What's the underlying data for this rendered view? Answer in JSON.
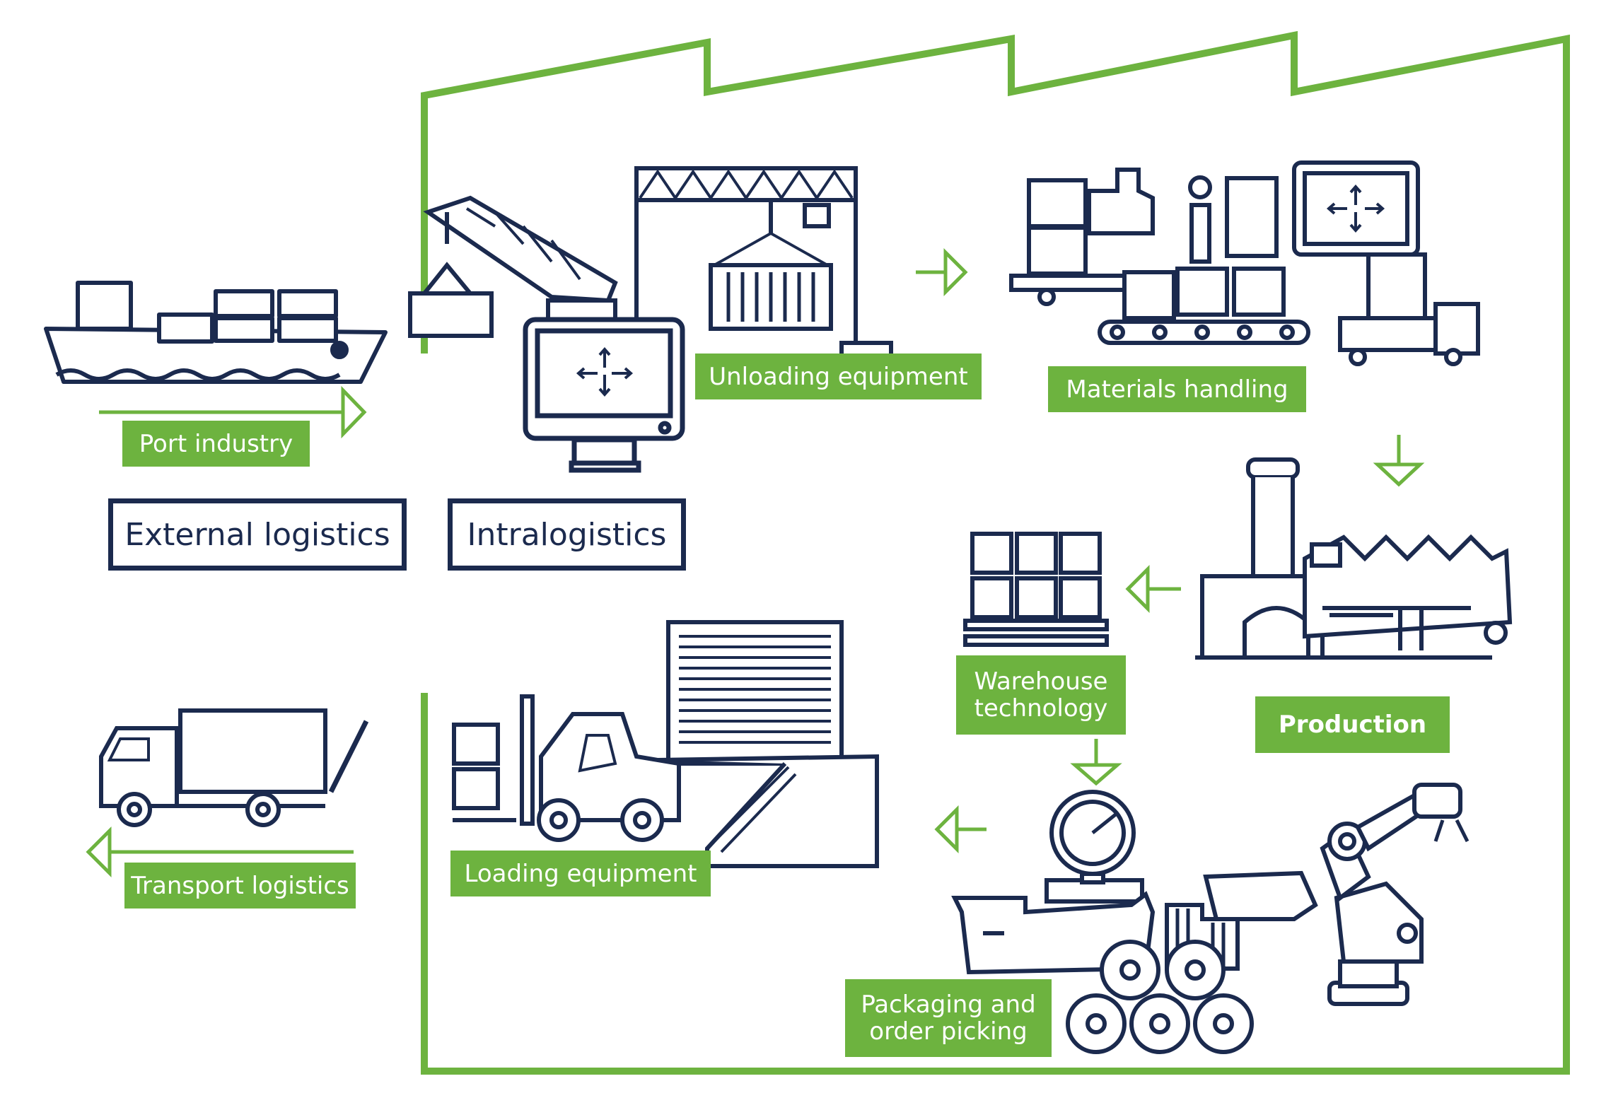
{
  "colors": {
    "accent_green": "#6db33f",
    "navy": "#1b2a4e",
    "background": "#ffffff"
  },
  "categories": {
    "external": "External logistics",
    "intra": "Intralogistics"
  },
  "labels": {
    "port_industry": "Port industry",
    "unloading_equipment": "Unloading equipment",
    "materials_handling": "Materials handling",
    "production": "Production",
    "warehouse_line1": "Warehouse",
    "warehouse_line2": "technology",
    "packaging_line1": "Packaging and",
    "packaging_line2": "order picking",
    "loading_equipment": "Loading equipment",
    "transport_logistics": "Transport logistics"
  },
  "icons": [
    "ship-icon",
    "crane-icon",
    "gantry-crane-icon",
    "monitor-icon",
    "materials-handling-icon",
    "factory-icon",
    "pallet-icon",
    "scale-icon",
    "robot-arm-icon",
    "forklift-icon",
    "loading-dock-icon",
    "truck-icon",
    "arrow-icon"
  ]
}
